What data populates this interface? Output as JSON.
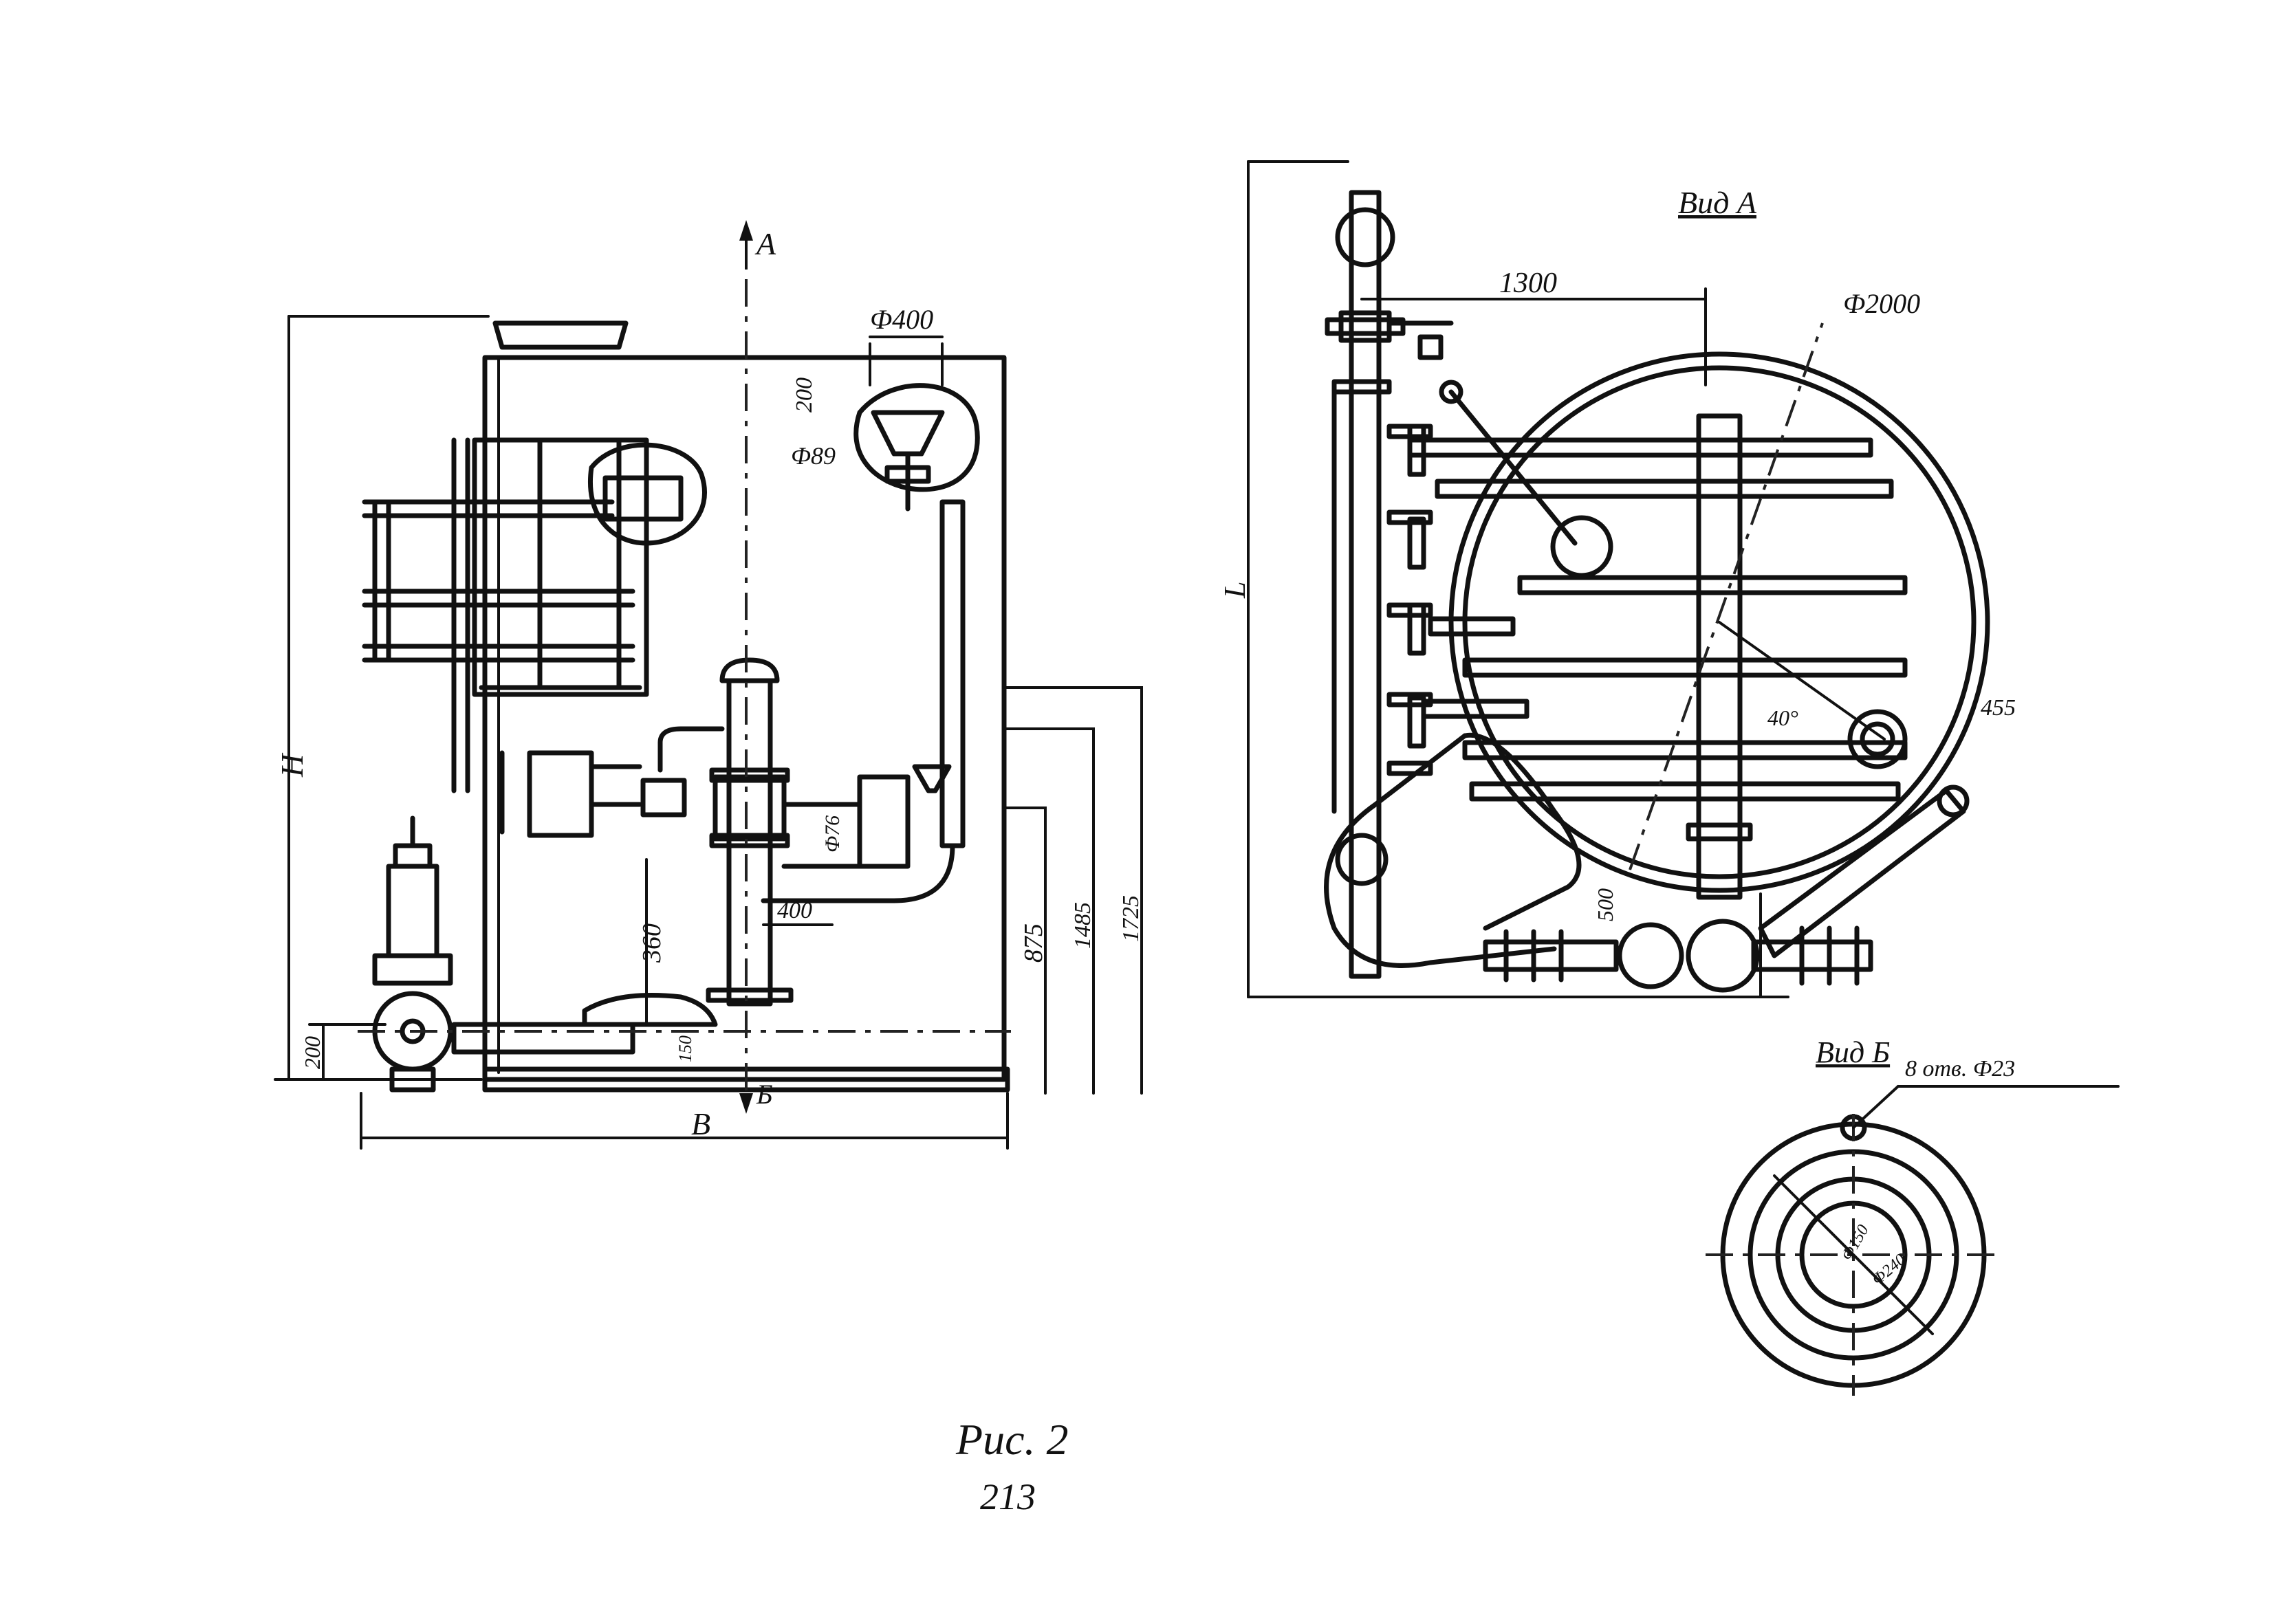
{
  "labels": {
    "view_a_marker": "A",
    "dim_d400": "Ф400",
    "dim_200": "200",
    "dim_d89": "Ф89",
    "dim_h": "H",
    "dim_d76": "Ф76",
    "dim_400": "400",
    "dim_360": "360",
    "dim_875": "875",
    "dim_1485": "1485",
    "dim_1725": "1725",
    "dim_200_base": "200",
    "dim_150": "150",
    "dim_b": "B",
    "view_b_marker": "Б",
    "view_a_title": "Вид А",
    "dim_1300": "1300",
    "dim_d2000": "Ф2000",
    "dim_l": "L",
    "dim_40deg": "40°",
    "dim_455": "455",
    "dim_500": "500",
    "view_b_title": "Вид Б",
    "holes_note": "8 отв. Ф23",
    "flange_d1": "Ф150",
    "flange_d2": "Ф240"
  },
  "caption": {
    "figure": "Рис. 2",
    "page": "213"
  }
}
